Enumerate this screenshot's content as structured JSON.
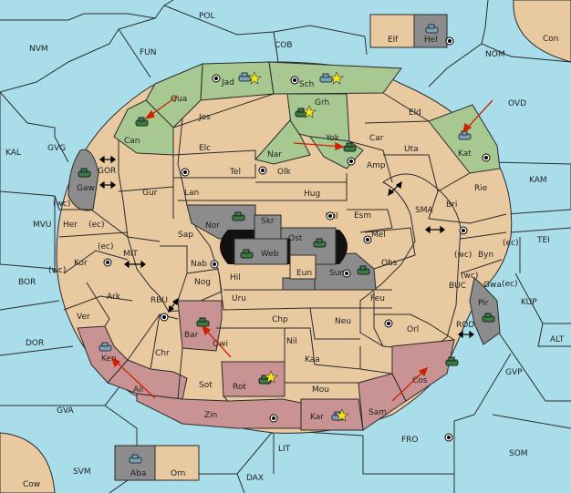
{
  "colors": {
    "sea": "#a8dde9",
    "land": "#e8c9a0",
    "green_player": "#a7c991",
    "red_player": "#c99393",
    "gray_player": "#8c8c8c",
    "unit": "#3f7a3a",
    "arrow": "#cc2200",
    "star": "#f2e31b"
  },
  "icons": {
    "unit": "tank-unit-icon",
    "supply_center": "supply-center-icon",
    "home": "home-star-icon",
    "move_order": "arrow-order-icon",
    "bidirectional": "double-arrow-icon"
  },
  "sea_labels": [
    "POL",
    "NVM",
    "FUN",
    "COB",
    "NOM",
    "Con",
    "OVD",
    "KAL",
    "GVG",
    "GOR",
    "MVU",
    "BOR",
    "MIT",
    "RBU",
    "DOR",
    "KAM",
    "SMA",
    "TEI",
    "BUC",
    "ROD",
    "KUP",
    "ALT",
    "GVP",
    "GVA",
    "FRO",
    "SOM",
    "LIT",
    "SVM",
    "DAX",
    "Cow"
  ],
  "land_labels": [
    "Elf",
    "Hel",
    "Jad",
    "Sch",
    "Grh",
    "Qua",
    "Jos",
    "Can",
    "Elc",
    "Nar",
    "Yok",
    "Car",
    "Eld",
    "Uta",
    "Kat",
    "Amp",
    "Tel",
    "Olk",
    "Hug",
    "Gaw",
    "Gur",
    "Lan",
    "Rie",
    "Bri",
    "Her",
    "Wil",
    "Esm",
    "Nor",
    "Skr",
    "Ost",
    "Sap",
    "Web",
    "Mel",
    "Kor",
    "Byn",
    "Nab",
    "Eun",
    "Sun",
    "Obs",
    "Hil",
    "Nog",
    "Ark",
    "Uru",
    "Feu",
    "Gwa",
    "Pir",
    "Chp",
    "Neu",
    "Ver",
    "Bar",
    "Qwi",
    "Nil",
    "Orl",
    "Chr",
    "Kaa",
    "Ken",
    "Cos",
    "Rot",
    "Sot",
    "Ail",
    "Mou",
    "Kar",
    "Sam",
    "Zin",
    "Aba",
    "Orn"
  ],
  "coast_labels": [
    "(wc)",
    "(ec)",
    "(ec)",
    "(wc)",
    "(wc)",
    "(ec)",
    "(wc)",
    "(ec)"
  ]
}
